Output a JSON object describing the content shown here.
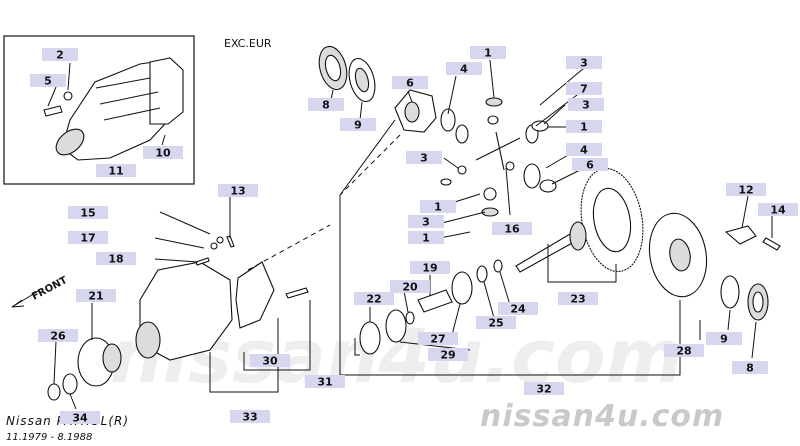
{
  "header": {
    "variant": "EXC.EUR"
  },
  "footer": {
    "model": "Nissan PATROL(R)",
    "period": "11.1979 - 8.1988"
  },
  "watermark": {
    "text": "nissan4u.com"
  },
  "direction": {
    "label": "FRONT"
  },
  "callouts": [
    {
      "n": "2"
    },
    {
      "n": "5"
    },
    {
      "n": "10"
    },
    {
      "n": "11"
    },
    {
      "n": "8"
    },
    {
      "n": "9"
    },
    {
      "n": "6"
    },
    {
      "n": "4"
    },
    {
      "n": "1"
    },
    {
      "n": "3"
    },
    {
      "n": "7"
    },
    {
      "n": "3"
    },
    {
      "n": "1"
    },
    {
      "n": "3"
    },
    {
      "n": "4"
    },
    {
      "n": "6"
    },
    {
      "n": "1"
    },
    {
      "n": "3"
    },
    {
      "n": "1"
    },
    {
      "n": "16"
    },
    {
      "n": "13"
    },
    {
      "n": "15"
    },
    {
      "n": "17"
    },
    {
      "n": "18"
    },
    {
      "n": "21"
    },
    {
      "n": "26"
    },
    {
      "n": "34"
    },
    {
      "n": "30"
    },
    {
      "n": "33"
    },
    {
      "n": "31"
    },
    {
      "n": "19"
    },
    {
      "n": "20"
    },
    {
      "n": "22"
    },
    {
      "n": "27"
    },
    {
      "n": "29"
    },
    {
      "n": "24"
    },
    {
      "n": "25"
    },
    {
      "n": "23"
    },
    {
      "n": "12"
    },
    {
      "n": "14"
    },
    {
      "n": "9"
    },
    {
      "n": "28"
    },
    {
      "n": "8"
    },
    {
      "n": "32"
    }
  ]
}
